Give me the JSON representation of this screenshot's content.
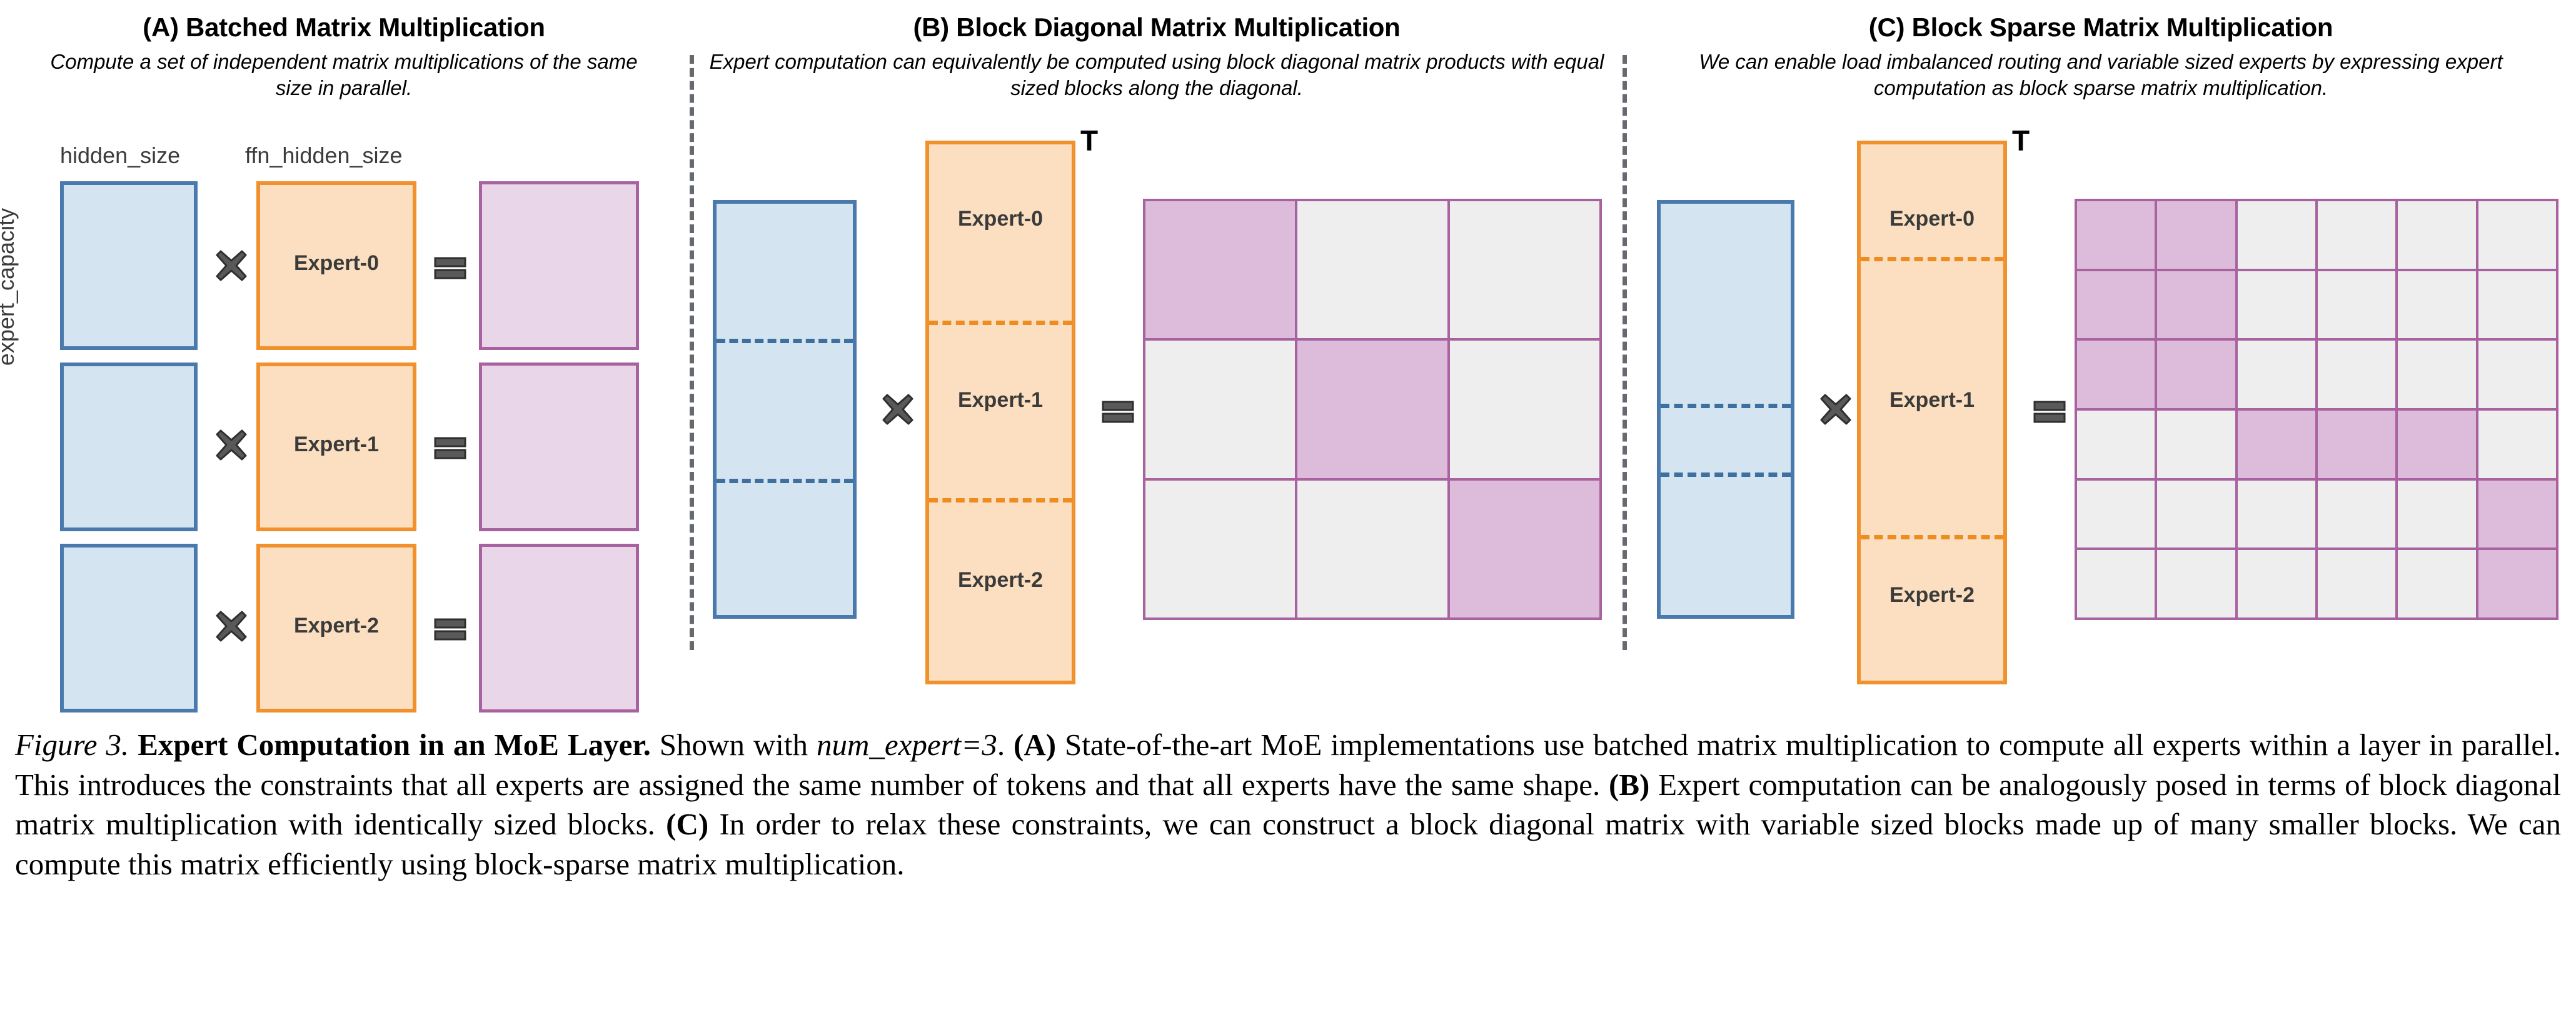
{
  "figure": {
    "number_label": "Figure 3.",
    "title": "Expert Computation in an MoE Layer.",
    "caption_parts": {
      "lead": " Shown with ",
      "num_expert": "num_expert=3",
      "a_tag": "(A)",
      "a_text": " State-of-the-art MoE implementations use batched matrix multiplication to compute all experts within a layer in parallel. This introduces the constraints that all experts are assigned the same number of tokens and that all experts have the same shape. ",
      "b_tag": "(B)",
      "b_text": " Expert computation can be analogously posed in terms of block diagonal matrix multiplication with identically sized blocks. ",
      "c_tag": "(C)",
      "c_text": " In order to relax these constraints, we can construct a block diagonal matrix with variable sized blocks made up of many smaller blocks. We can compute this matrix efficiently using block-sparse matrix multiplication."
    }
  },
  "colors": {
    "blue_fill": "#d4e4f1",
    "blue_border": "#4a7aad",
    "orange_fill": "#fbdfc0",
    "orange_border": "#f1912e",
    "purple_fill_light": "#e9d6e9",
    "purple_fill_strong": "#dcbcda",
    "purple_border": "#a8629f",
    "empty_fill": "#eeeeee",
    "divider": "#666a6e",
    "operator": "#595959"
  },
  "panels": [
    {
      "id": "A",
      "title": "(A) Batched Matrix Multiplication",
      "subtitle": "Compute a set of independent matrix multiplications of the same size in parallel.",
      "axis_label_y": "expert_capacity",
      "axis_label_x_input": "hidden_size",
      "axis_label_x_weight": "ffn_hidden_size",
      "operator_multiply": "multiply-icon",
      "operator_equals": "equals-icon",
      "rows": [
        {
          "expert": "Expert-0"
        },
        {
          "expert": "Expert-1"
        },
        {
          "expert": "Expert-2"
        }
      ]
    },
    {
      "id": "B",
      "title": "(B) Block Diagonal Matrix Multiplication",
      "subtitle": "Expert computation can equivalently be computed using block diagonal matrix products with equal sized blocks along the diagonal.",
      "transpose_mark": "T",
      "operator_multiply": "multiply-icon",
      "operator_equals": "equals-icon",
      "experts": [
        "Expert-0",
        "Expert-1",
        "Expert-2"
      ],
      "input_splits": [
        0.3333,
        0.6667
      ],
      "weight_splits": [
        0.3333,
        0.6667
      ]
    },
    {
      "id": "C",
      "title": "(C) Block Sparse Matrix Multiplication",
      "subtitle": "We can enable load imbalanced routing and variable sized experts by expressing expert computation as block sparse matrix multiplication.",
      "transpose_mark": "T",
      "operator_multiply": "multiply-icon",
      "operator_equals": "equals-icon",
      "experts": [
        "Expert-0",
        "Expert-1",
        "Expert-2"
      ],
      "input_splits": [
        0.5,
        0.6667
      ],
      "weight_splits": [
        0.3333,
        0.8333
      ]
    }
  ],
  "chart_data": {
    "type": "heatmap",
    "title": "Expert Computation in an MoE Layer",
    "panel_a": {
      "type": "batched",
      "num_expert": 3,
      "operands": [
        {
          "name": "input",
          "color": "#d4e4f1",
          "rows_label": "expert_capacity",
          "cols_label": "hidden_size"
        },
        {
          "name": "weights",
          "color": "#fbdfc0",
          "cols_label": "ffn_hidden_size",
          "labels": [
            "Expert-0",
            "Expert-1",
            "Expert-2"
          ]
        },
        {
          "name": "output",
          "color": "#e9d6e9"
        }
      ]
    },
    "panel_b": {
      "type": "block_diagonal",
      "grid_rows": 3,
      "grid_cols": 3,
      "occupancy": [
        [
          1,
          0,
          0
        ],
        [
          0,
          1,
          0
        ],
        [
          0,
          0,
          1
        ]
      ],
      "block_owner": [
        [
          "Expert-0",
          "",
          ""
        ],
        [
          "",
          "Expert-1",
          ""
        ],
        [
          "",
          "",
          "Expert-2"
        ]
      ]
    },
    "panel_c": {
      "type": "block_sparse",
      "grid_rows": 6,
      "grid_cols": 6,
      "occupancy": [
        [
          1,
          1,
          0,
          0,
          0,
          0
        ],
        [
          1,
          1,
          0,
          0,
          0,
          0
        ],
        [
          1,
          1,
          0,
          0,
          0,
          0
        ],
        [
          0,
          0,
          1,
          1,
          1,
          0
        ],
        [
          0,
          0,
          0,
          0,
          0,
          1
        ],
        [
          0,
          0,
          0,
          0,
          0,
          1
        ]
      ],
      "expert_regions": [
        {
          "expert": "Expert-0",
          "rows": [
            0,
            2
          ],
          "cols": [
            0,
            1
          ]
        },
        {
          "expert": "Expert-1",
          "rows": [
            3,
            3
          ],
          "cols": [
            2,
            4
          ]
        },
        {
          "expert": "Expert-2",
          "rows": [
            4,
            5
          ],
          "cols": [
            5,
            5
          ]
        }
      ]
    }
  }
}
